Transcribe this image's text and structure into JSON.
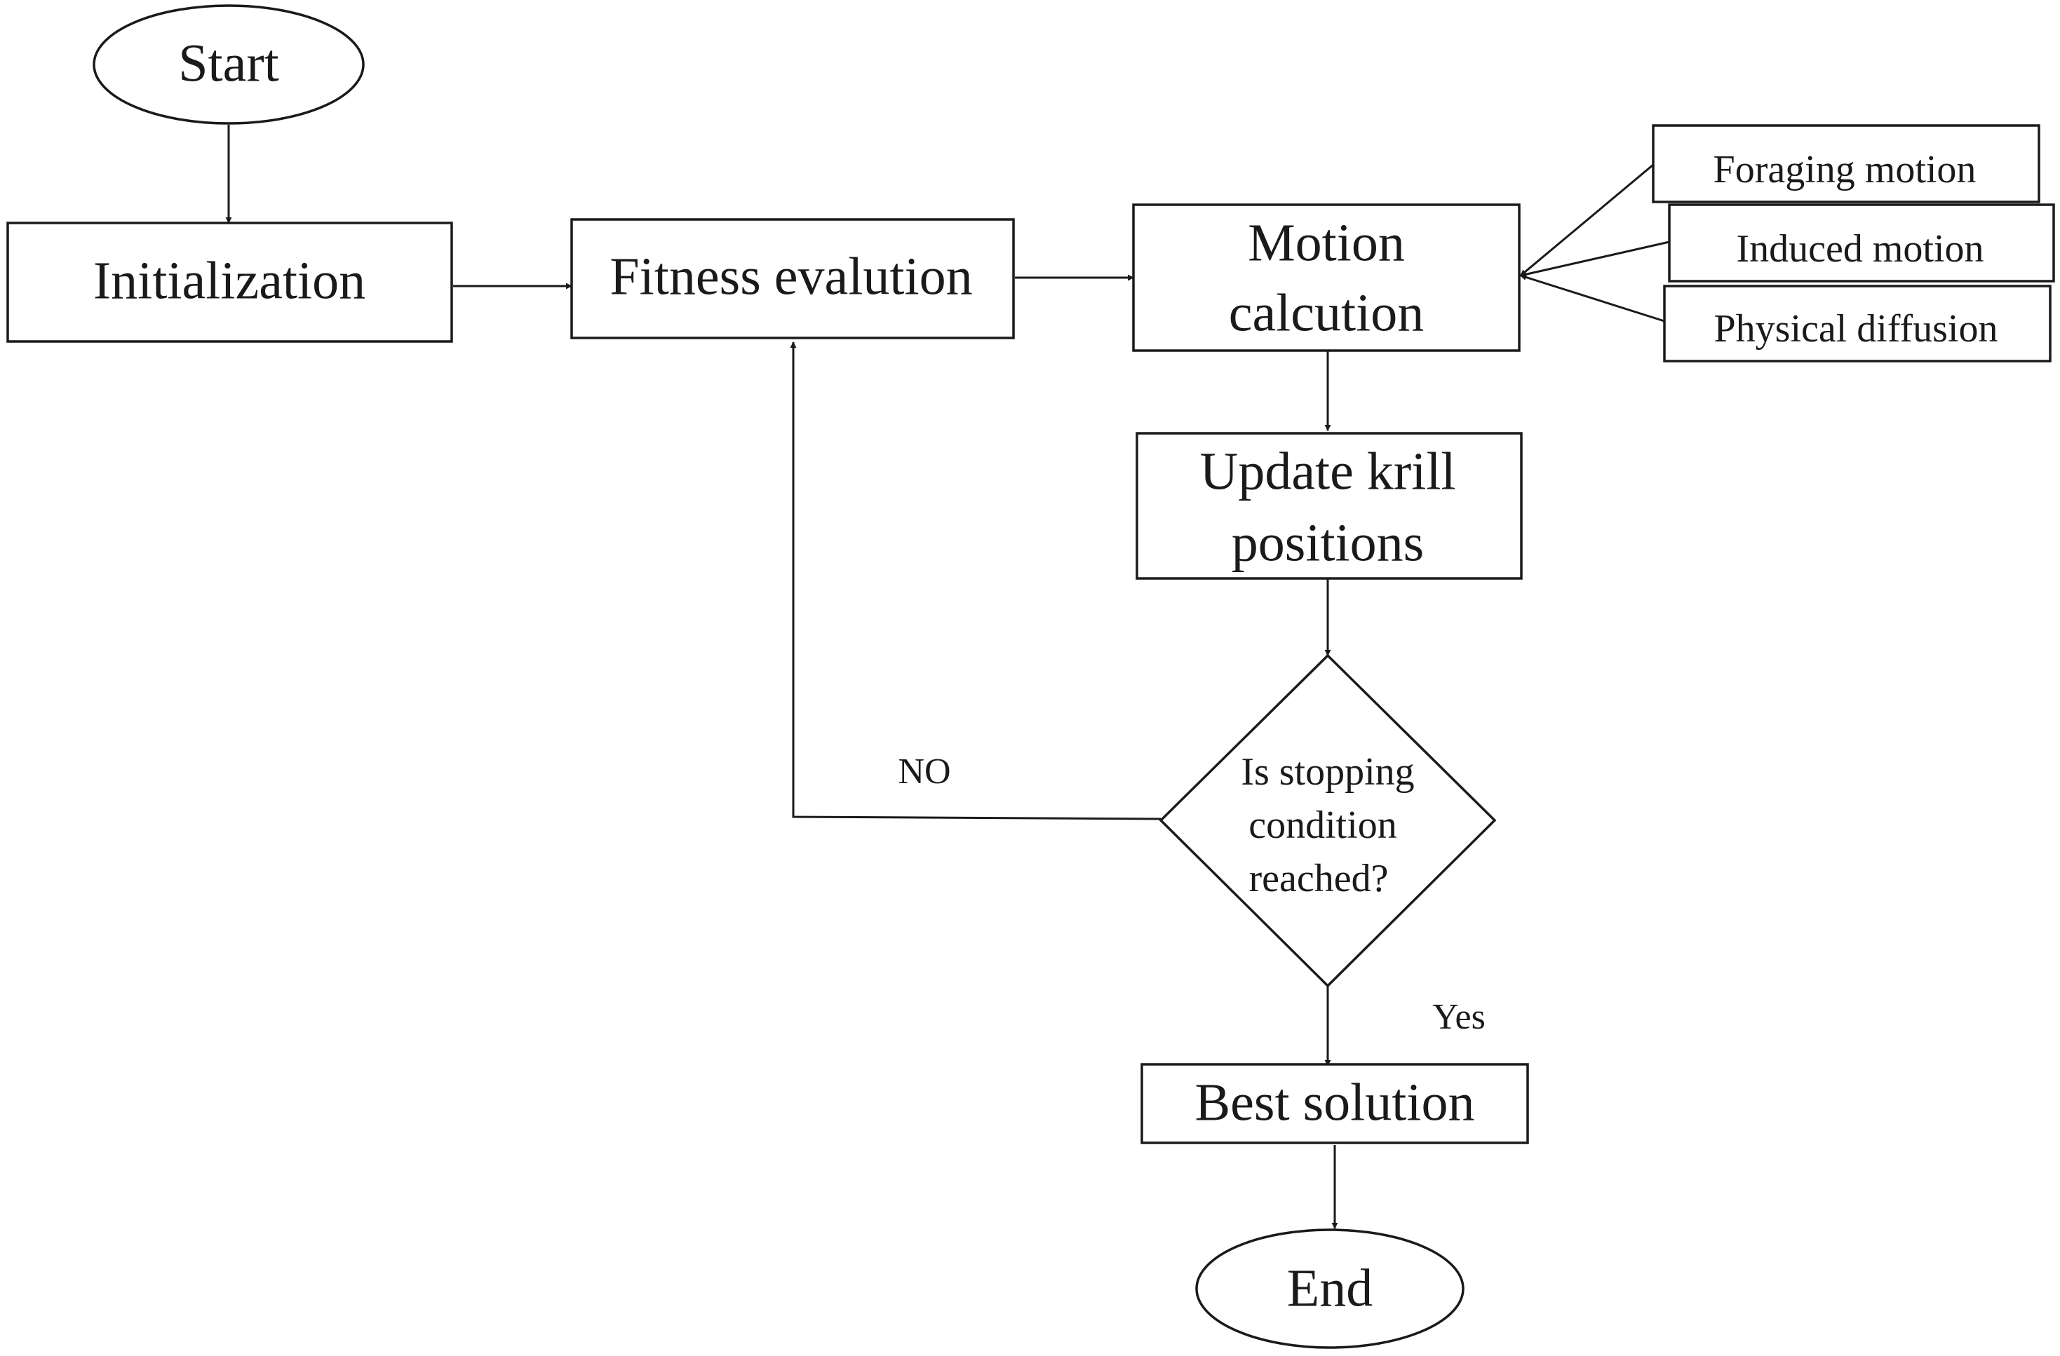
{
  "nodes": {
    "start": "Start",
    "initialization": "Initialization",
    "fitness_evaluation": "Fitness evalution",
    "motion_calculation": [
      "Motion",
      "calcution"
    ],
    "foraging_motion": "Foraging motion",
    "induced_motion": "Induced motion",
    "physical_diffusion": "Physical diffusion",
    "update_positions": [
      "Update krill",
      "positions"
    ],
    "decision": [
      "Is stopping",
      "condition",
      "reached?"
    ],
    "best_solution": "Best solution",
    "end": "End"
  },
  "edges": {
    "no_label": "NO",
    "yes_label": "Yes"
  },
  "colors": {
    "stroke": "#1a1a1a",
    "fill": "#ffffff",
    "text": "#1a1a1a"
  }
}
